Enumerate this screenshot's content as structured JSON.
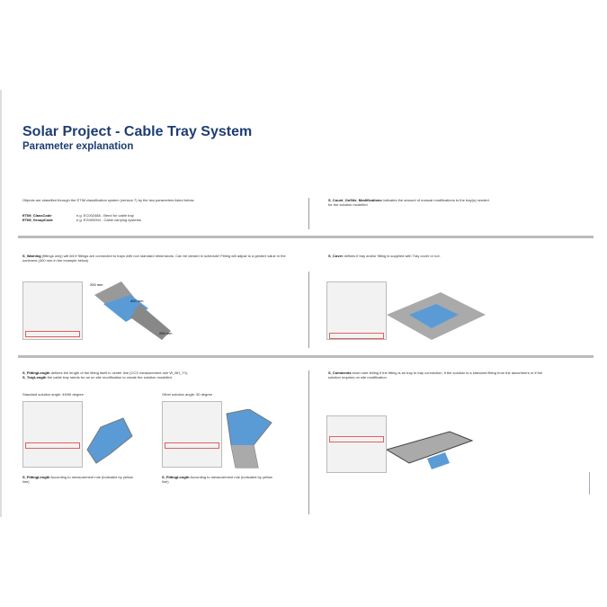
{
  "title": "Solar Project - Cable Tray System",
  "subtitle": "Parameter explanation",
  "s1": {
    "intro": "Objects are classified through the ETIM classification system (version 7) by the two parameters listed below:",
    "rows": [
      {
        "k": "ETIM_ClassCode",
        "v": "e.g. EC002488 - Bend for cable tray"
      },
      {
        "k": "ETIM_GroupCode",
        "v": "e.g. EG000004 - Cable carrying systems"
      }
    ]
  },
  "s2": {
    "k": "S_Count_OnSite_Modifications",
    "v": " indicates the amount of manual modifications to the tray(s) needed for the solution modelled"
  },
  "s3": {
    "k": "S_Warning",
    "v": " (fittings only) will tell if fittings are connected to trays with non standard dimensions. Can be viewed in schedule! Fitting will adjust to a greater value in the sortiment (400 mm in the example below)",
    "dims": [
      "200 mm",
      "400 mm",
      "200 mm"
    ]
  },
  "s4": {
    "k": "S_Cover",
    "v": " defines if tray and/or fitting is supplied with Tray cover or not."
  },
  "s5": {
    "k1": "S_FittingLength",
    "v1": " defines the length of the fitting itself in center line (CCS measurement rule W_BH_Y1)",
    "k2": "S_TrayLength",
    "v2": " the cable tray needs for an on site modification to create the solution modelled",
    "cap1": "Standard solution angle: 45/90 degree",
    "cap2": "Other solution angle: 30 degree",
    "note_k": "S_FittingLength",
    "note_v": " According to measurement rule (indicated by yellow line)"
  },
  "s6": {
    "k": "S_Comments",
    "v": " short note telling if the fitting is an tray to tray connection, if the solution is a standard fitting from the assortment or if the solution requires on site modification."
  },
  "colors": {
    "title": "#1f3d73",
    "highlight": "#5b9bd5"
  }
}
